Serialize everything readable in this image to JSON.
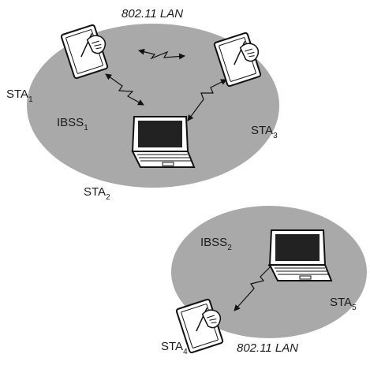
{
  "labels": {
    "lan_top": "802.11 LAN",
    "lan_bottom": "802.11 LAN",
    "sta1": {
      "base": "STA",
      "sub": "1"
    },
    "sta2": {
      "base": "STA",
      "sub": "2"
    },
    "sta3": {
      "base": "STA",
      "sub": "3"
    },
    "sta4": {
      "base": "STA",
      "sub": "4"
    },
    "sta5": {
      "base": "STA",
      "sub": "5"
    },
    "ibss1": {
      "base": "IBSS",
      "sub": "1"
    },
    "ibss2": {
      "base": "IBSS",
      "sub": "2"
    }
  },
  "colors": {
    "ellipse_fill": "#a9a9a9",
    "stroke": "#111111",
    "device_fill": "#ffffff"
  },
  "icons": {
    "tablet": "pen-tablet-icon",
    "laptop": "laptop-icon",
    "wireless": "wireless-link-icon"
  }
}
